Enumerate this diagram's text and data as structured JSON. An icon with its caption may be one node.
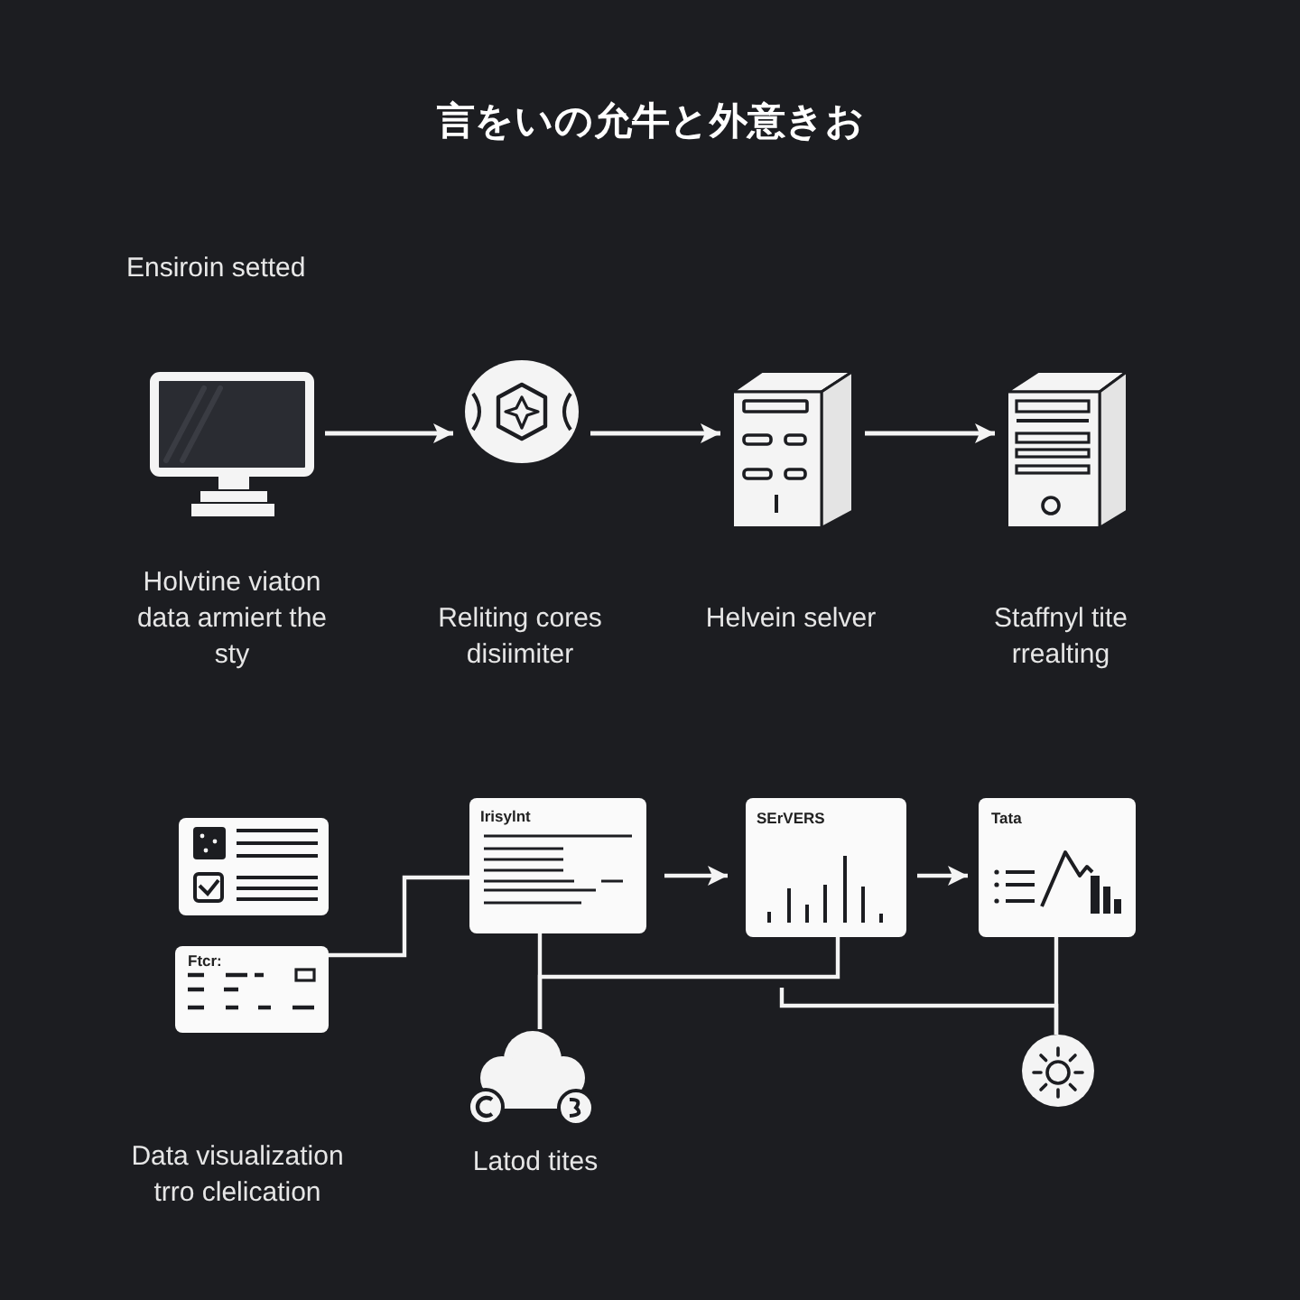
{
  "diagram": {
    "title": "言をいの允牛と外意きお",
    "nodes": [
      {
        "text": [],
        "shape": "picture",
        "beside": [
          "Holvtine viaton data armiert the sty"
        ]
      },
      {
        "text": [],
        "shape": "picture"
      },
      {
        "text": [],
        "shape": "picture",
        "beside": [
          "Helvein selver"
        ]
      },
      {
        "text": [],
        "shape": "picture",
        "beside": [
          "Staffnyl tite rrealting"
        ]
      },
      {
        "text": [],
        "shape": "box"
      },
      {
        "text": [
          "Irisylnt"
        ]
      },
      {
        "text": [
          "SErVERS"
        ]
      },
      {
        "text": [
          "Tata"
        ]
      },
      {
        "text": [
          "Ftcr:"
        ]
      },
      {
        "text": [],
        "shape": "cloud",
        "beside": [
          "Latod tites"
        ]
      },
      {
        "text": [],
        "shape": "circle"
      }
    ],
    "edges": [
      {
        "from": 0,
        "to": 1,
        "arrow": "to"
      },
      {
        "from": 1,
        "to": 2,
        "arrow": "to"
      },
      {
        "from": 2,
        "to": 3,
        "arrow": "to"
      },
      {
        "from": 8,
        "to": 5,
        "arrow": "none"
      },
      {
        "from": 5,
        "to": 6,
        "arrow": "to"
      },
      {
        "from": 6,
        "to": 7,
        "arrow": "to"
      },
      {
        "from": 5,
        "to": 9,
        "arrow": "none"
      },
      {
        "from": 6,
        "to": 9,
        "arrow": "none"
      },
      {
        "from": 7,
        "to": 10,
        "arrow": "none"
      },
      {
        "from": null,
        "to": 10,
        "arrow": "none"
      }
    ],
    "labels": [
      "Ensiroin setted",
      "Reliting cores disiimiter",
      "Data visualization trro clelication"
    ]
  }
}
